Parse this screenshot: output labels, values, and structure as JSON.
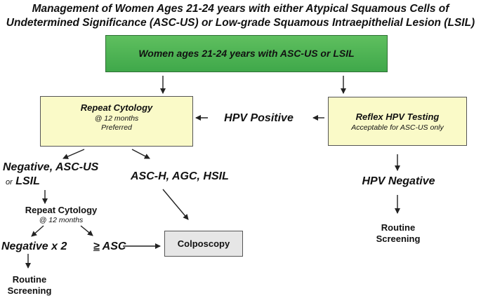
{
  "title": {
    "line1": "Management of Women Ages 21-24 years with either  Atypical Squamous Cells of",
    "line2": "Undetermined Significance (ASC-US) or  Low-grade Squamous Intraepithelial Lesion (LSIL)"
  },
  "nodes": {
    "start": "Women ages 21-24 years with ASC-US or LSIL",
    "repeat_cytology": {
      "title": "Repeat Cytology",
      "sub1": "@ 12 months",
      "sub2": "Preferred"
    },
    "reflex_hpv": {
      "title": "Reflex HPV Testing",
      "sub": "Acceptable for ASC-US only"
    },
    "hpv_positive": "HPV Positive",
    "hpv_negative": "HPV Negative",
    "routine_screening_right": {
      "line1": "Routine",
      "line2": "Screening"
    },
    "negative_result": {
      "line1": "Negative, ASC-US",
      "or": "or",
      "lsil": "LSIL"
    },
    "high_grade": "ASC-H, AGC, HSIL",
    "repeat_cytology_2": {
      "title": "Repeat Cytology",
      "sub": "@ 12 months"
    },
    "negative_x2": "Negative x 2",
    "asc": {
      "symbol": "≥",
      "text": " ASC"
    },
    "colposcopy": "Colposcopy",
    "routine_screening_left": {
      "line1": "Routine",
      "line2": "Screening"
    }
  }
}
